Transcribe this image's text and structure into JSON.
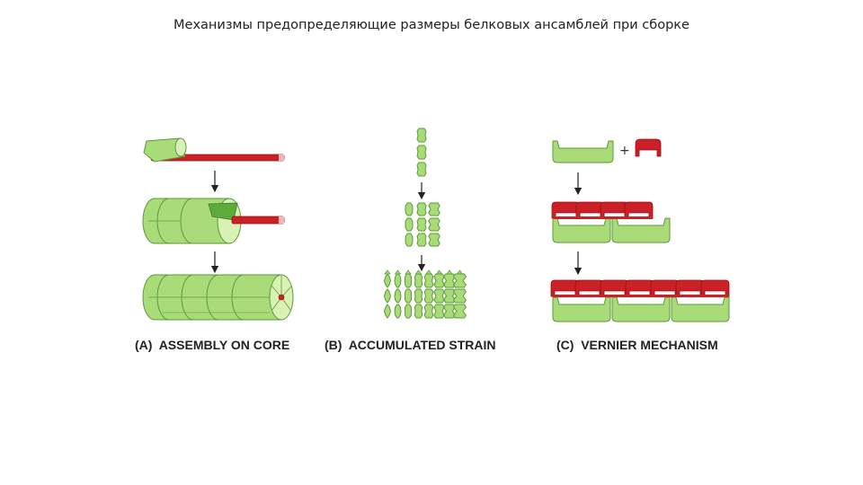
{
  "slide": {
    "title": "Механизмы предопределяющие размеры белковых ансамблей при сборке"
  },
  "panels": [
    {
      "id": "A",
      "label": "(A)  ASSEMBLY ON CORE"
    },
    {
      "id": "B",
      "label": "(B)  ACCUMULATED STRAIN"
    },
    {
      "id": "C",
      "label": "(C)  VERNIER MECHANISM"
    }
  ],
  "symbols": {
    "plus": "+"
  },
  "colors": {
    "subunit_green": "#a9db78",
    "subunit_light": "#d9f1b4",
    "subunit_dark": "#5eab3c",
    "outline_green": "#5c9a3a",
    "core_red": "#cc2027",
    "core_red_dark": "#8e1218",
    "arrow": "#222222"
  }
}
